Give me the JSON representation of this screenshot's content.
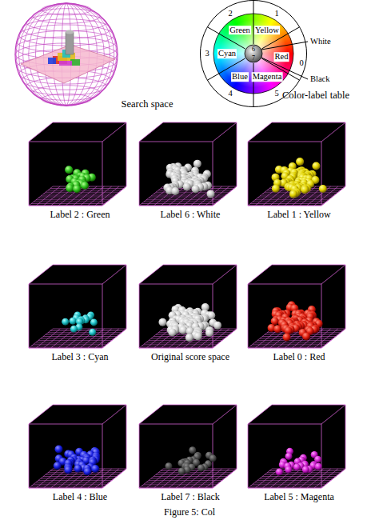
{
  "diagram": {
    "caption": "Figure 5: Col",
    "nodes": [
      {
        "text": [
          "Label 2 : Green"
        ]
      },
      {
        "text": [
          "Label 6 : White"
        ]
      },
      {
        "text": [
          "Label 1 : Yellow"
        ]
      },
      {
        "text": [
          "Label 3 : Cyan"
        ]
      },
      {
        "text": [
          "Original score space"
        ]
      },
      {
        "text": [
          "Label 0 : Red"
        ]
      },
      {
        "text": [
          "Label 4 : Blue"
        ]
      },
      {
        "text": [
          "Label 7 : Black"
        ]
      },
      {
        "text": [
          "Label 5 : Magenta"
        ]
      }
    ],
    "labels": [
      "Search space",
      "Color-label table",
      "2",
      "1",
      "Green",
      "Yellow",
      "White",
      "3",
      "Cyan",
      "6",
      "Red",
      "0",
      "7",
      "Black",
      "Blue",
      "Magenta",
      "4",
      "5"
    ]
  }
}
